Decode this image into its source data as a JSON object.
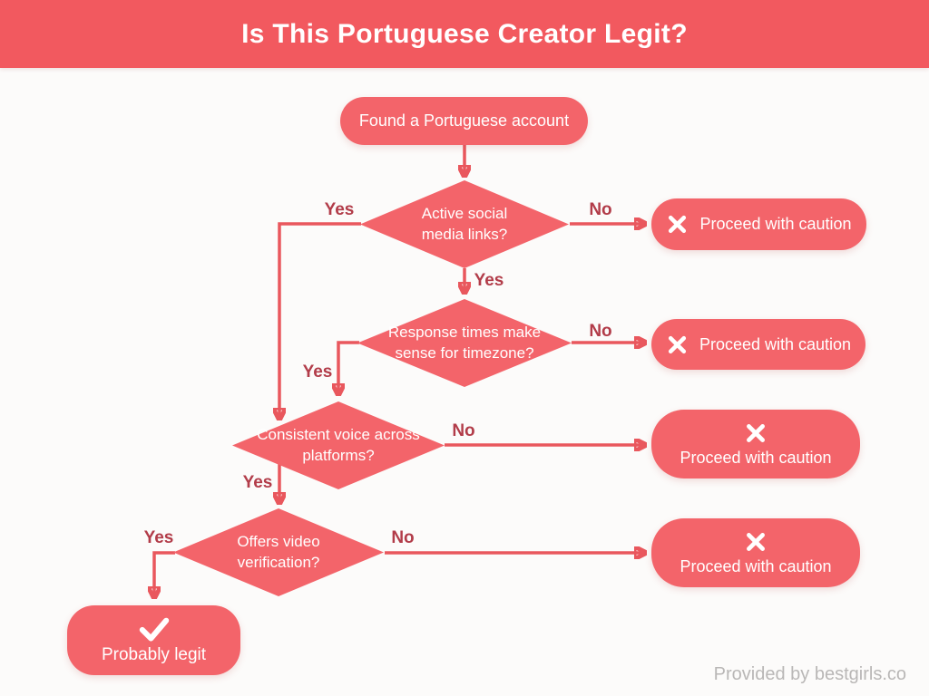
{
  "header": {
    "title": "Is This Portuguese Creator Legit?"
  },
  "flow": {
    "start": {
      "label": "Found a Portuguese account"
    },
    "decisions": [
      {
        "id": "d1",
        "question": "Active social\nmedia links?"
      },
      {
        "id": "d2",
        "question": "Response times make\nsense for timezone?"
      },
      {
        "id": "d3",
        "question": "Consistent voice across\nplatforms?"
      },
      {
        "id": "d4",
        "question": "Offers video\nverification?"
      }
    ],
    "edges": [
      {
        "from": "d1",
        "to": "d3",
        "label": "Yes"
      },
      {
        "from": "d1",
        "to": "d2",
        "label": "Yes"
      },
      {
        "from": "d1",
        "to": "caution-1",
        "label": "No"
      },
      {
        "from": "d2",
        "to": "d3",
        "label": "Yes"
      },
      {
        "from": "d2",
        "to": "caution-2",
        "label": "No"
      },
      {
        "from": "d3",
        "to": "d4",
        "label": "Yes"
      },
      {
        "from": "d3",
        "to": "caution-3",
        "label": "No"
      },
      {
        "from": "d4",
        "to": "legit",
        "label": "Yes"
      },
      {
        "from": "d4",
        "to": "caution-4",
        "label": "No"
      }
    ],
    "outcomes": [
      {
        "id": "caution-1",
        "label": "Proceed with caution",
        "icon": "x-icon"
      },
      {
        "id": "caution-2",
        "label": "Proceed with caution",
        "icon": "x-icon"
      },
      {
        "id": "caution-3",
        "label": "Proceed with caution",
        "icon": "x-icon"
      },
      {
        "id": "caution-4",
        "label": "Proceed with caution",
        "icon": "x-icon"
      },
      {
        "id": "legit",
        "label": "Probably legit",
        "icon": "check-icon"
      }
    ]
  },
  "footer": {
    "credit": "Provided by bestgirls.co"
  },
  "colors": {
    "header_bg": "#f2595f",
    "shape_fill": "#f3646a",
    "connector": "#e9575d",
    "edge_label": "#b23c49",
    "background": "#fcfbfa",
    "footer_text": "#b9b7b6",
    "text_on_shape": "#ffffff"
  }
}
